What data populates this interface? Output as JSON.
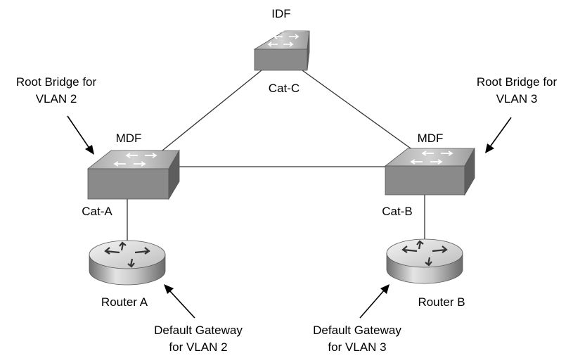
{
  "devices": {
    "cat_c": {
      "label": "Cat-C",
      "tier": "IDF"
    },
    "cat_a": {
      "label": "Cat-A",
      "tier": "MDF"
    },
    "cat_b": {
      "label": "Cat-B",
      "tier": "MDF"
    },
    "router_a": {
      "label": "Router A"
    },
    "router_b": {
      "label": "Router B"
    }
  },
  "annotations": {
    "root_bridge_vlan2": {
      "line1": "Root Bridge for",
      "line2": "VLAN 2"
    },
    "root_bridge_vlan3": {
      "line1": "Root Bridge for",
      "line2": "VLAN 3"
    },
    "gateway_vlan2": {
      "line1": "Default Gateway",
      "line2": "for VLAN 2"
    },
    "gateway_vlan3": {
      "line1": "Default Gateway",
      "line2": "for VLAN 3"
    }
  },
  "links": [
    {
      "from": "Cat-C",
      "to": "Cat-A"
    },
    {
      "from": "Cat-C",
      "to": "Cat-B"
    },
    {
      "from": "Cat-A",
      "to": "Cat-B"
    },
    {
      "from": "Cat-A",
      "to": "Router A"
    },
    {
      "from": "Cat-B",
      "to": "Router B"
    }
  ],
  "colors": {
    "switch_top": "#b8b8b8",
    "switch_front": "#8a8a8a",
    "switch_side": "#5e5e5e",
    "router_body": "#9a9a9a"
  }
}
